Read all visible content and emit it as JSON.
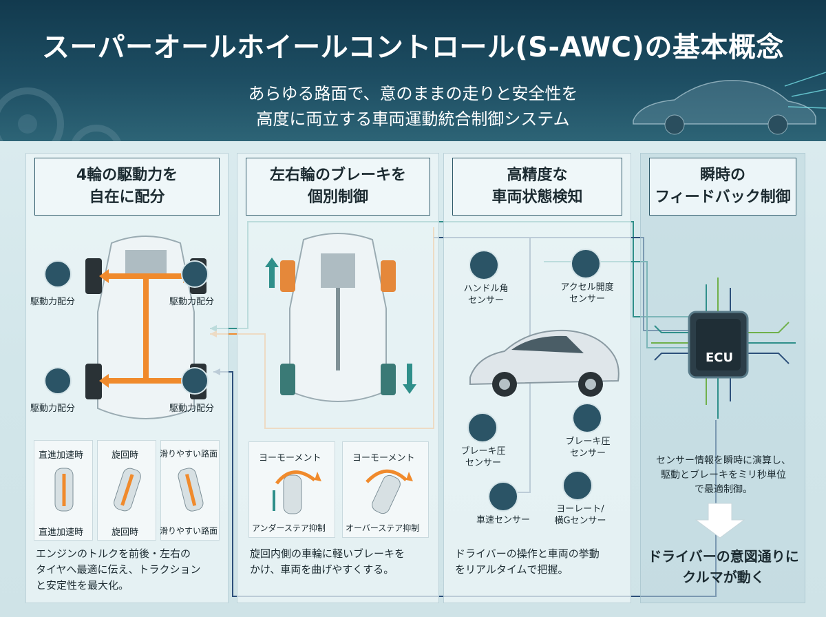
{
  "header": {
    "title": "スーパーオールホイールコントロール(S-AWC)の基本概念",
    "subtitle_line1": "あらゆる路面で、意のままの走りと安全性を",
    "subtitle_line2": "高度に両立する車両運動統合制御システム"
  },
  "panels": [
    {
      "heading": "4輪の駆動力を\n自在に配分",
      "wheel_labels": [
        "駆動力配分",
        "駆動力配分",
        "駆動力配分",
        "駆動力配分"
      ],
      "scenes_top": [
        "直進加速時",
        "旋回時",
        "滑りやすい路面"
      ],
      "scenes_bottom": [
        "直進加速時",
        "旋回時",
        "滑りやすい路面"
      ],
      "description": "エンジンのトルクを前後・左右の\nタイヤへ最適に伝え、トラクション\nと安定性を最大化。"
    },
    {
      "heading": "左右輪のブレーキを\n個別制御",
      "moment_titles": [
        "ヨーモーメント",
        "ヨーモーメント"
      ],
      "moment_labels": [
        "アンダーステア抑制",
        "オーバーステア抑制"
      ],
      "description": "旋回内側の車輪に軽いブレーキを\nかけ、車両を曲げやすくする。"
    },
    {
      "heading": "高精度な\n車両状態検知",
      "sensors": [
        {
          "label": "ハンドル角\nセンサー",
          "icon": "steering-wheel-icon"
        },
        {
          "label": "アクセル開度\nセンサー",
          "icon": "accelerator-pedal-icon"
        },
        {
          "label": "ブレーキ圧\nセンサー",
          "icon": "brake-pedal-icon"
        },
        {
          "label": "ブレーキ圧\nセンサー",
          "icon": "brake-disc-icon"
        },
        {
          "label": "車速センサー",
          "icon": "speedometer-icon"
        },
        {
          "label": "ヨーレート/\n横Gセンサー",
          "icon": "yaw-rate-icon"
        }
      ],
      "description": "ドライバーの操作と車両の挙動\nをリアルタイムで把握。"
    },
    {
      "heading": "瞬時の\nフィードバック制御",
      "ecu_label": "ECU",
      "ecu_text": "センサー情報を瞬時に演算し、\n駆動とブレーキをミリ秒単位\nで最適制御。",
      "result": "ドライバーの意図通りに\nクルマが動く"
    }
  ],
  "colors": {
    "header_dark": "#123a4e",
    "teal_line": "#2f8f8a",
    "orange": "#f08a2c",
    "navy_line": "#2c4f7a",
    "tire_dark": "#2a3236"
  }
}
